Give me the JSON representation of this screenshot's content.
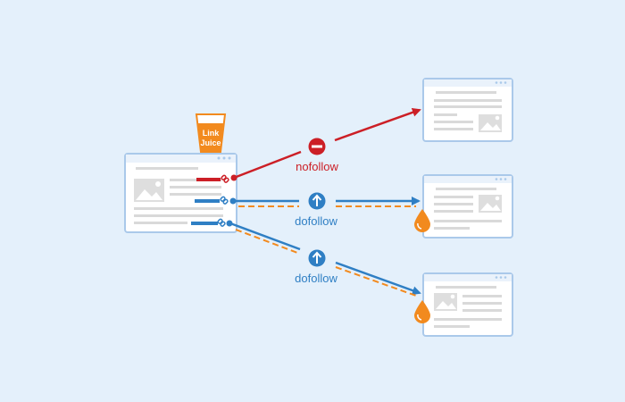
{
  "cup": {
    "line1": "Link",
    "line2": "Juice"
  },
  "links": [
    {
      "label": "nofollow",
      "color": "#cc1f26",
      "icon": "minus-icon"
    },
    {
      "label": "dofollow",
      "color": "#2f7fc4",
      "icon": "arrow-up-icon"
    },
    {
      "label": "dofollow",
      "color": "#2f7fc4",
      "icon": "arrow-up-icon"
    }
  ],
  "colors": {
    "background": "#e4f0fb",
    "juice": "#f28a1e",
    "page_border": "#aac9ea",
    "placeholder": "#d9d9d9"
  }
}
